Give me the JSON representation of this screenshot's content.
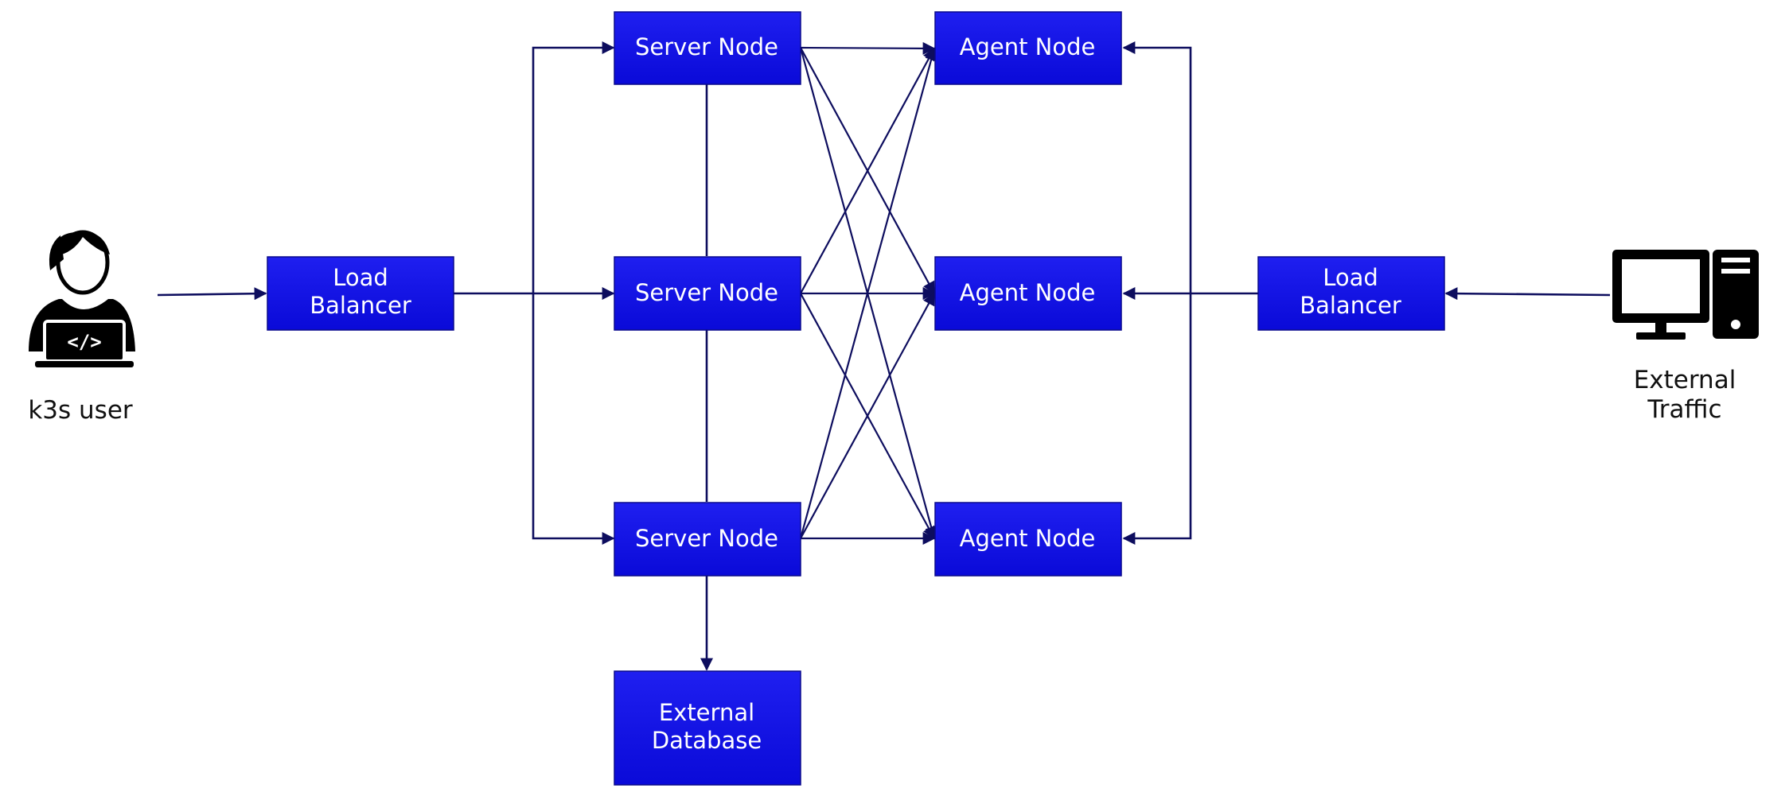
{
  "colors": {
    "node_fill_top": "#1f1ff0",
    "node_fill_bottom": "#0a0ad8",
    "node_border": "#0a0a8c",
    "connector": "#0d0d5e",
    "icon": "#000000"
  },
  "actors": {
    "user": {
      "label": "k3s user",
      "icon": "developer-at-laptop-icon"
    },
    "traffic": {
      "label_line1": "External",
      "label_line2": "Traffic",
      "icon": "desktop-computer-icon"
    }
  },
  "load_balancers": {
    "left": {
      "line1": "Load",
      "line2": "Balancer"
    },
    "right": {
      "line1": "Load",
      "line2": "Balancer"
    }
  },
  "server_nodes": [
    {
      "label": "Server Node"
    },
    {
      "label": "Server Node"
    },
    {
      "label": "Server Node"
    }
  ],
  "agent_nodes": [
    {
      "label": "Agent Node"
    },
    {
      "label": "Agent Node"
    },
    {
      "label": "Agent Node"
    }
  ],
  "database": {
    "line1": "External",
    "line2": "Database"
  }
}
